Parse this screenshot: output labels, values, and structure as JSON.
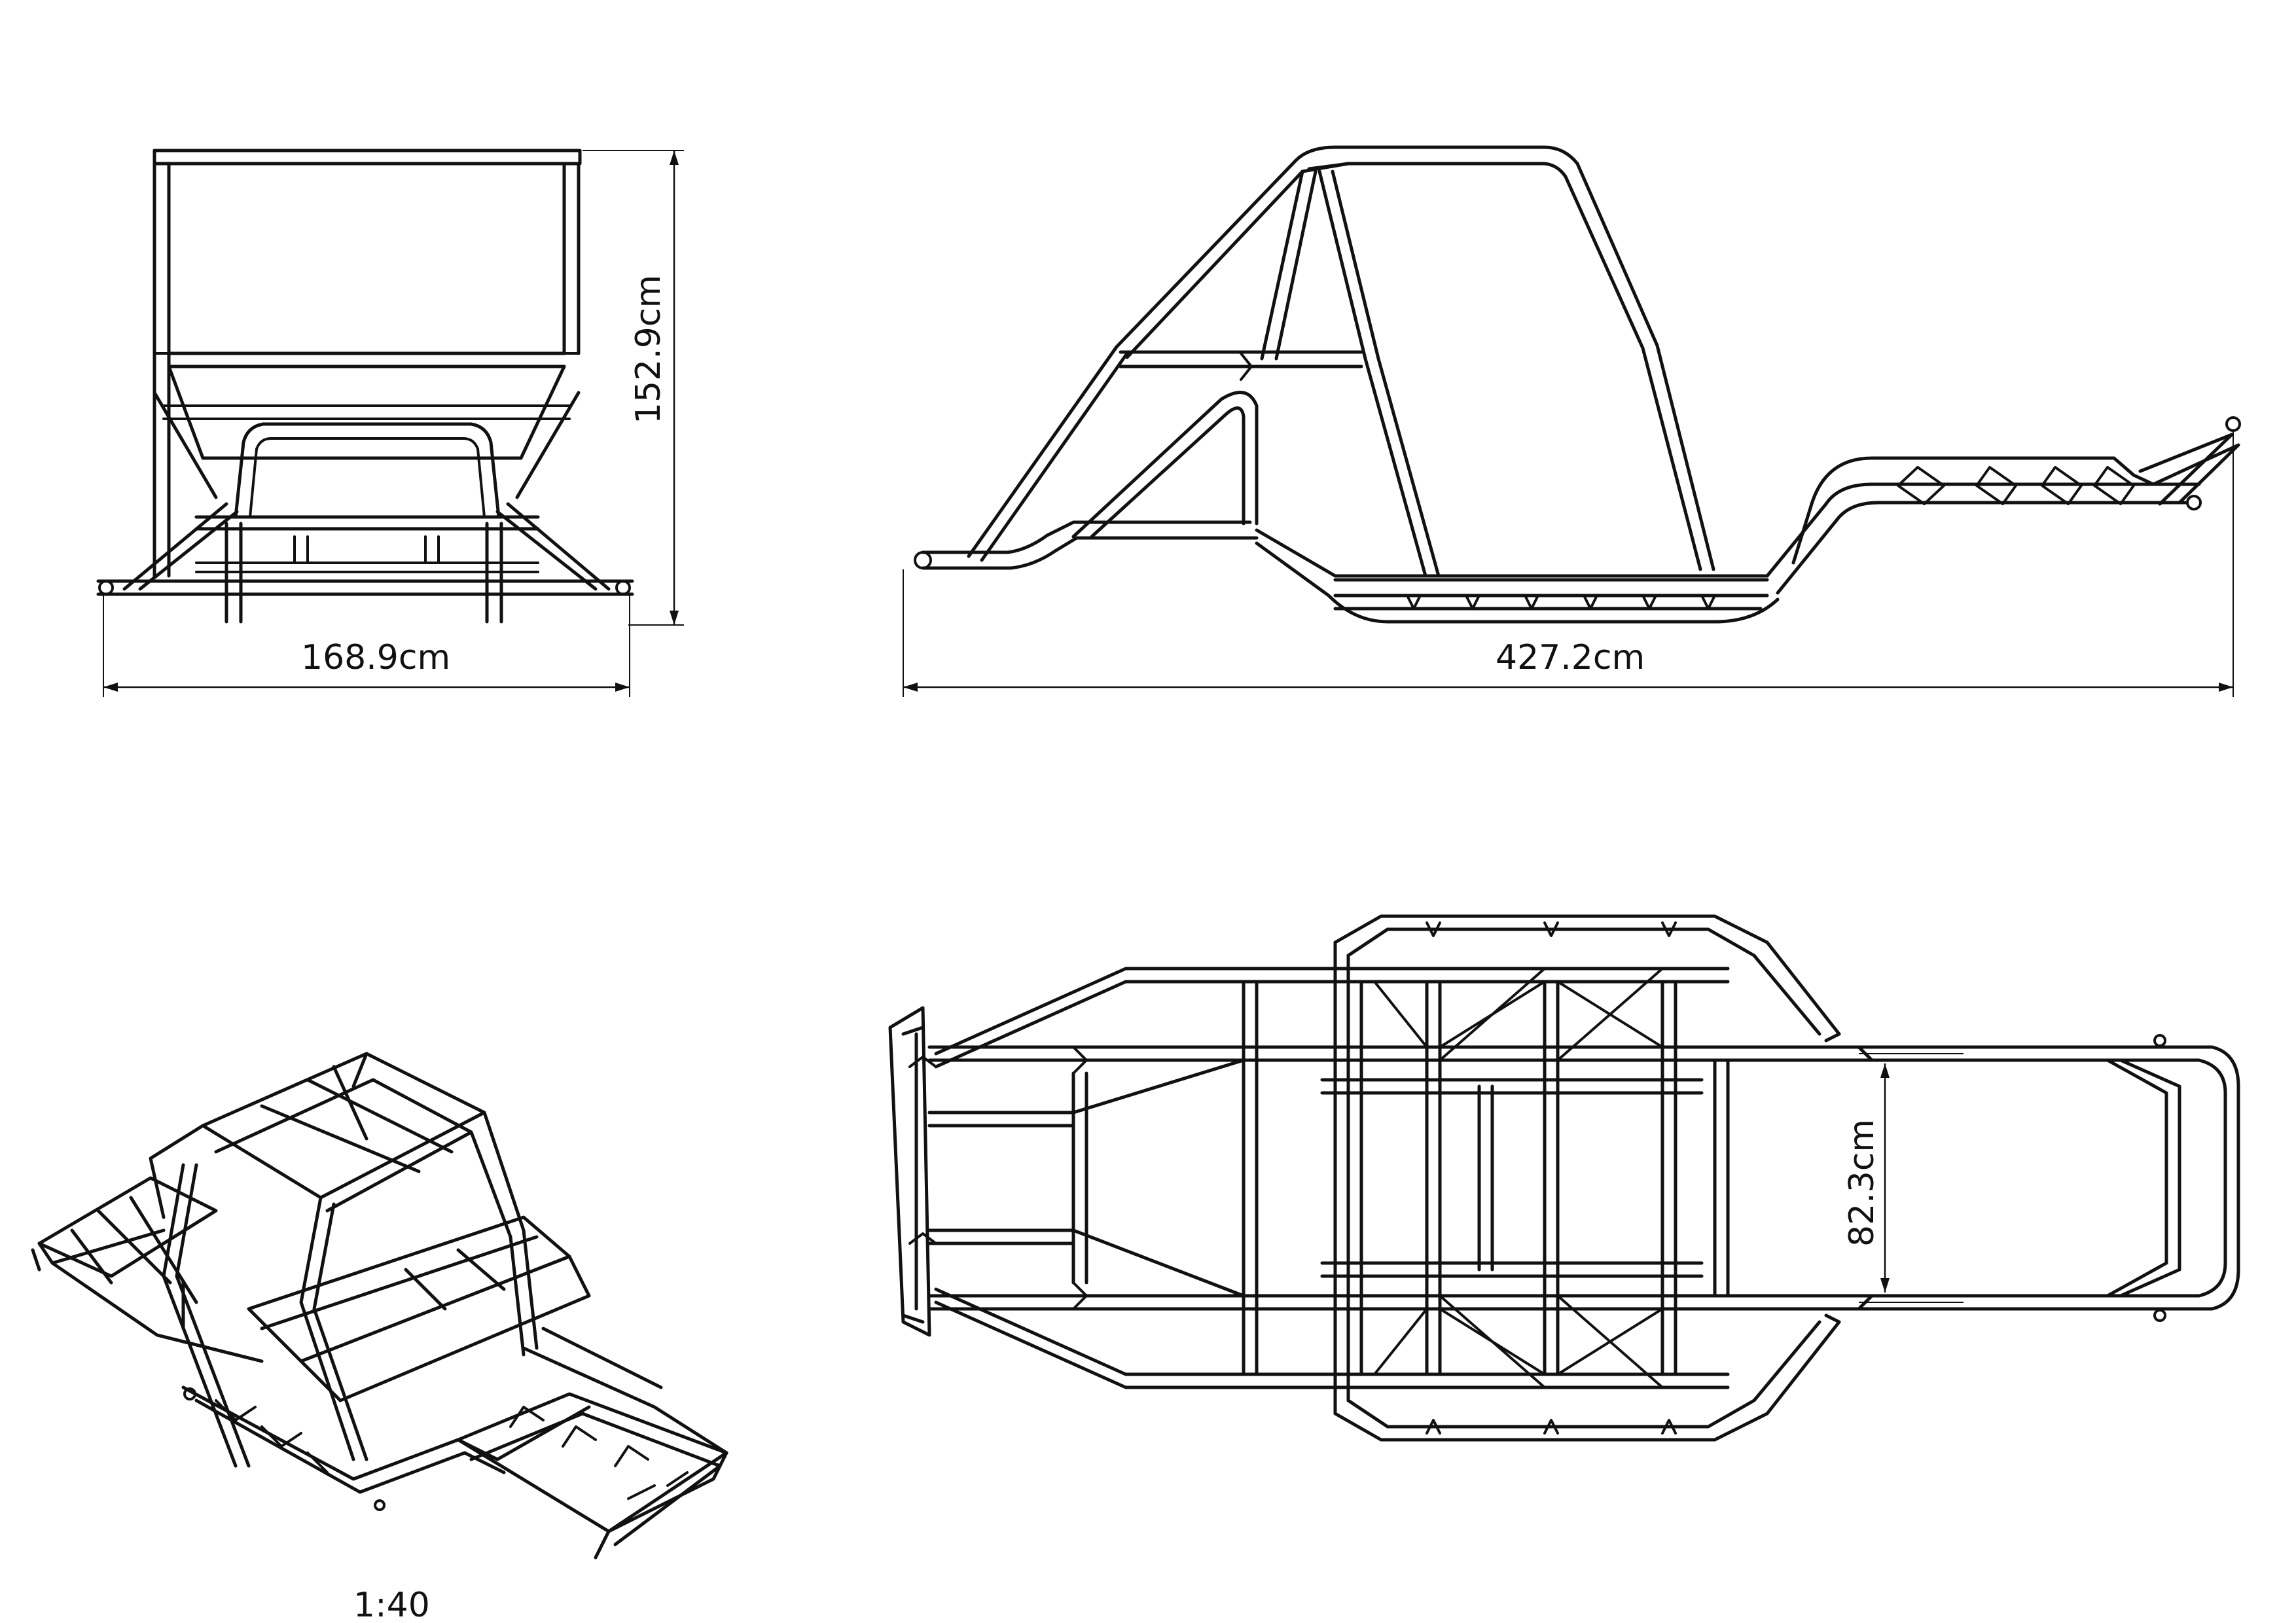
{
  "views": {
    "front": {
      "width_label": "168.9cm",
      "height_label": "152.9cm"
    },
    "side": {
      "length_label": "427.2cm"
    },
    "top": {
      "inner_width_label": "82.3cm"
    },
    "isometric": {
      "scale_label": "1:40"
    }
  }
}
